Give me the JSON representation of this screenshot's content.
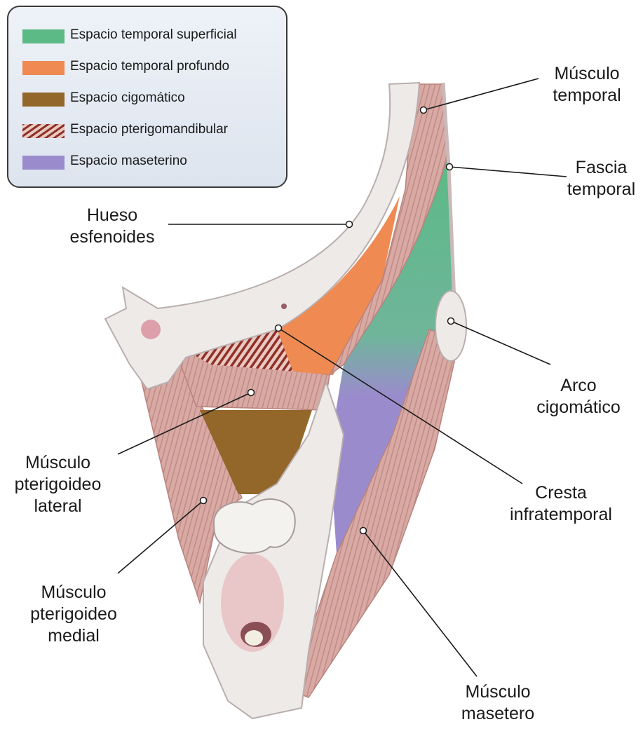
{
  "legend": {
    "items": [
      {
        "label": "Espacio temporal superficial",
        "color": "#5cba86",
        "pattern": "solid"
      },
      {
        "label": "Espacio temporal profundo",
        "color": "#ee8a52",
        "pattern": "solid"
      },
      {
        "label": "Espacio cigomático",
        "color": "#93672a",
        "pattern": "solid"
      },
      {
        "label": "Espacio pterigomandibular",
        "color": "#8e2f28",
        "pattern": "hatched"
      },
      {
        "label": "Espacio maseterino",
        "color": "#9a8ccc",
        "pattern": "solid"
      }
    ]
  },
  "labels": {
    "musculo_temporal": "Músculo\ntemporal",
    "fascia_temporal": "Fascia\ntemporal",
    "hueso_esfenoides": "Hueso\nesfenoides",
    "arco_cigomatico": "Arco\ncigomático",
    "musculo_pterigoideo_lateral": "Músculo\npterigoideo\nlateral",
    "cresta_infratemporal": "Cresta\ninfratemporal",
    "musculo_pterigoideo_medial": "Músculo\npterigoideo\nmedial",
    "musculo_masetero": "Músculo\nmasetero"
  },
  "colors": {
    "bone": "#eeeae8",
    "bone_outline": "#b9aeae",
    "muscle": "#d9a9a4",
    "muscle_fiber": "#b9827d",
    "leader_line": "#1a1a1a"
  }
}
